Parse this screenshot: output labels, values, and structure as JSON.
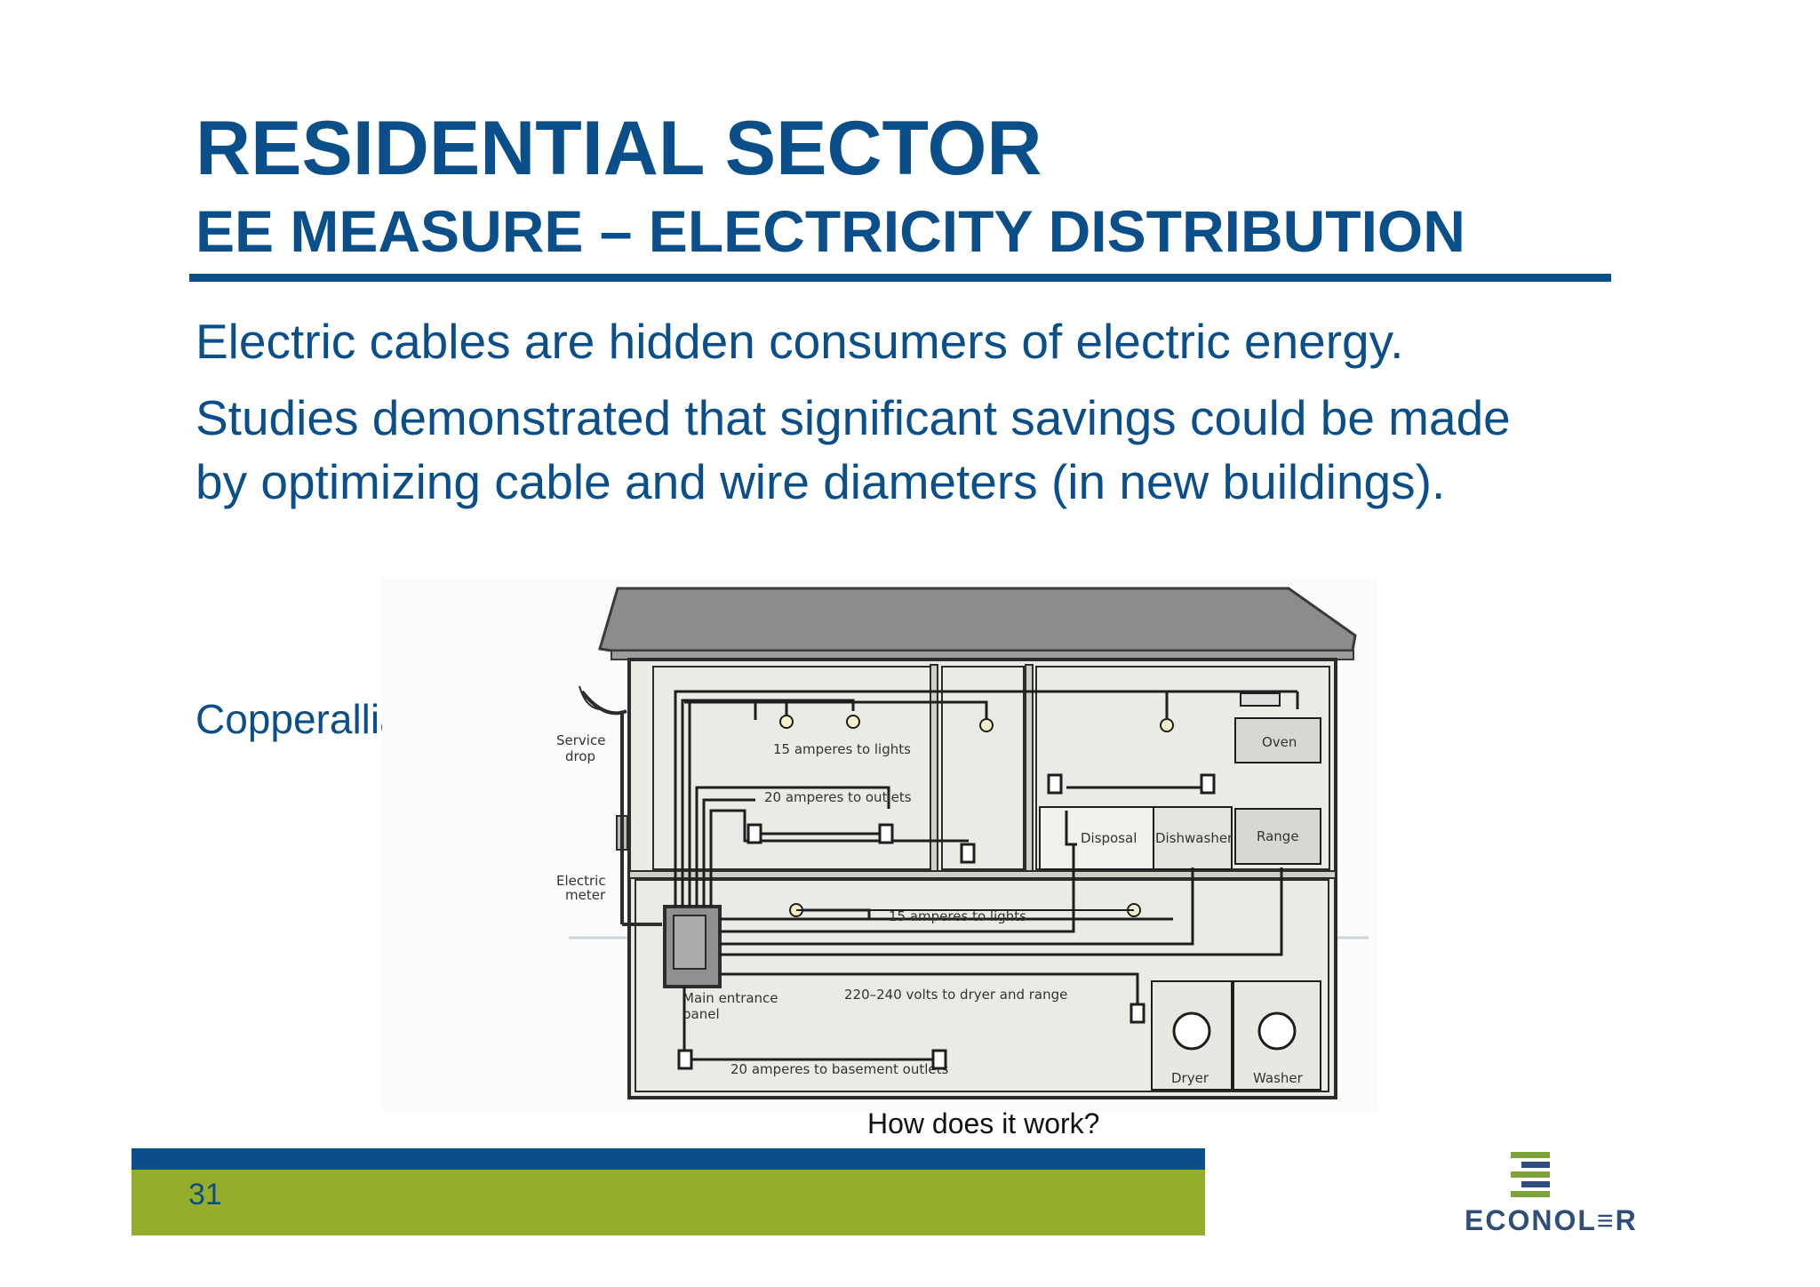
{
  "slide": {
    "title": "RESIDENTIAL SECTOR",
    "subtitle": "EE MEASURE – ELECTRICITY DISTRIBUTION",
    "paragraphs": [
      "Electric cables are hidden consumers of electric energy.",
      "Studies demonstrated that significant savings could be made by optimizing cable and wire diameters (in new buildings)."
    ],
    "credit": "Copperalliance",
    "caption": "How does it work?",
    "page_number": "31",
    "logo_text": "ECONOL≡R",
    "colors": {
      "primary_blue": "#0b4f8a",
      "footer_green": "#94ae2b"
    }
  },
  "diagram": {
    "labels": {
      "service_drop_1": "Service",
      "service_drop_2": "drop",
      "electric_meter_1": "Electric",
      "electric_meter_2": "meter",
      "lights_upper": "15 amperes to lights",
      "outlets_upper": "20 amperes to outlets",
      "lights_lower": "15 amperes to lights",
      "dryer_range": "220–240 volts to dryer and range",
      "main_panel_1": "Main entrance",
      "main_panel_2": "panel",
      "basement_outlets": "20 amperes to basement outlets",
      "oven": "Oven",
      "range": "Range",
      "disposal": "Disposal",
      "dishwasher": "Dishwasher",
      "dryer": "Dryer",
      "washer": "Washer"
    }
  }
}
